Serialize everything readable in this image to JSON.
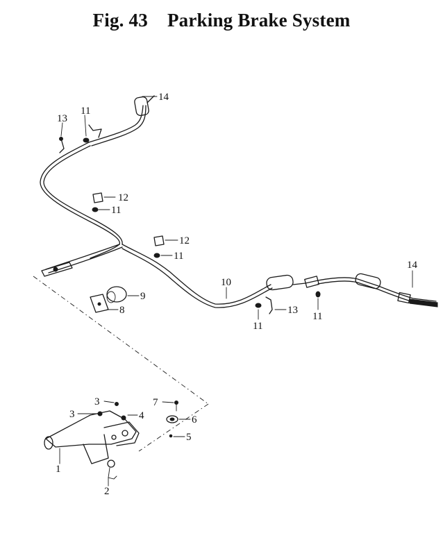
{
  "figure": {
    "number": "Fig. 43",
    "title": "Parking Brake System"
  },
  "callouts": [
    {
      "id": "c14-top",
      "label": "14"
    },
    {
      "id": "c13-top",
      "label": "13"
    },
    {
      "id": "c11-top",
      "label": "11"
    },
    {
      "id": "c12-a",
      "label": "12"
    },
    {
      "id": "c11-a",
      "label": "11"
    },
    {
      "id": "c12-b",
      "label": "12"
    },
    {
      "id": "c11-b",
      "label": "11"
    },
    {
      "id": "c10",
      "label": "10"
    },
    {
      "id": "c9",
      "label": "9"
    },
    {
      "id": "c8",
      "label": "8"
    },
    {
      "id": "c14-right",
      "label": "14"
    },
    {
      "id": "c13-right",
      "label": "13"
    },
    {
      "id": "c11-r1",
      "label": "11"
    },
    {
      "id": "c11-r2",
      "label": "11"
    },
    {
      "id": "c3-a",
      "label": "3"
    },
    {
      "id": "c3-b",
      "label": "3"
    },
    {
      "id": "c4",
      "label": "4"
    },
    {
      "id": "c7",
      "label": "7"
    },
    {
      "id": "c6",
      "label": "6"
    },
    {
      "id": "c5",
      "label": "5"
    },
    {
      "id": "c1",
      "label": "1"
    },
    {
      "id": "c2",
      "label": "2"
    }
  ]
}
